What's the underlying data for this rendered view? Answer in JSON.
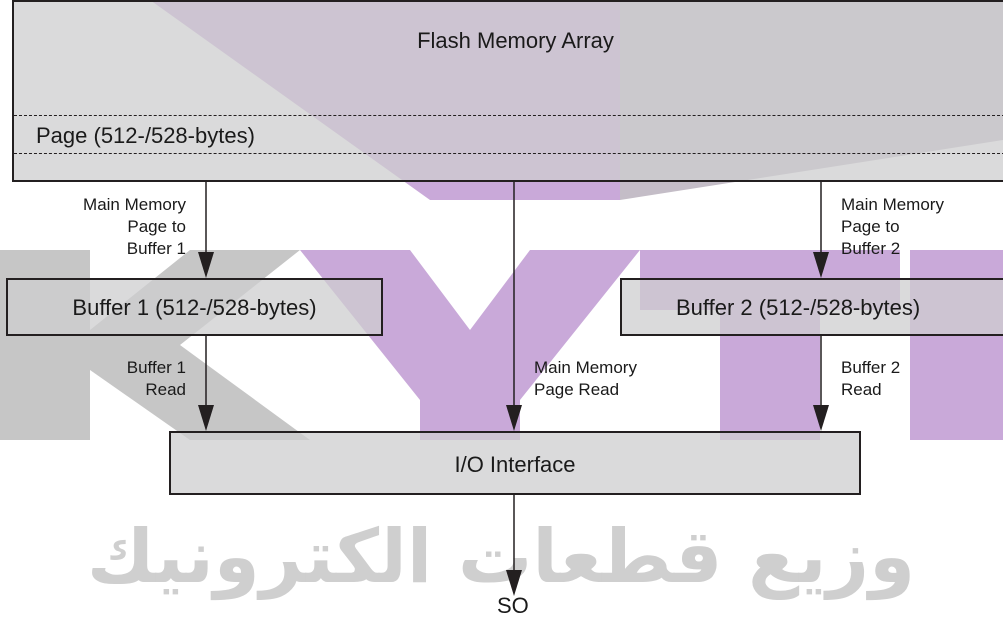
{
  "flash_array": {
    "title": "Flash Memory Array",
    "page_label": "Page (512-/528-bytes)"
  },
  "buffer1": {
    "label": "Buffer 1 (512-/528-bytes)"
  },
  "buffer2": {
    "label": "Buffer 2 (512-/528-bytes)"
  },
  "io": {
    "label": "I/O Interface"
  },
  "arrows": {
    "mm_to_buf1": [
      "Main Memory",
      "Page to",
      "Buffer 1"
    ],
    "mm_to_buf2": [
      "Main Memory",
      "Page to",
      "Buffer 2"
    ],
    "buf1_read": [
      "Buffer 1",
      "Read"
    ],
    "buf2_read": [
      "Buffer 2",
      "Read"
    ],
    "mm_page_read": [
      "Main Memory",
      "Page Read"
    ]
  },
  "output": {
    "label": "SO"
  },
  "watermark": {
    "text": "SKYTEK",
    "subtext": "وزيع قطعات الكترونيك",
    "colors": [
      "#c9a9d9",
      "#b79ac6",
      "#c8c8c8"
    ]
  },
  "colors": {
    "box_fill": "#cdcecf",
    "stroke": "#231f20"
  }
}
